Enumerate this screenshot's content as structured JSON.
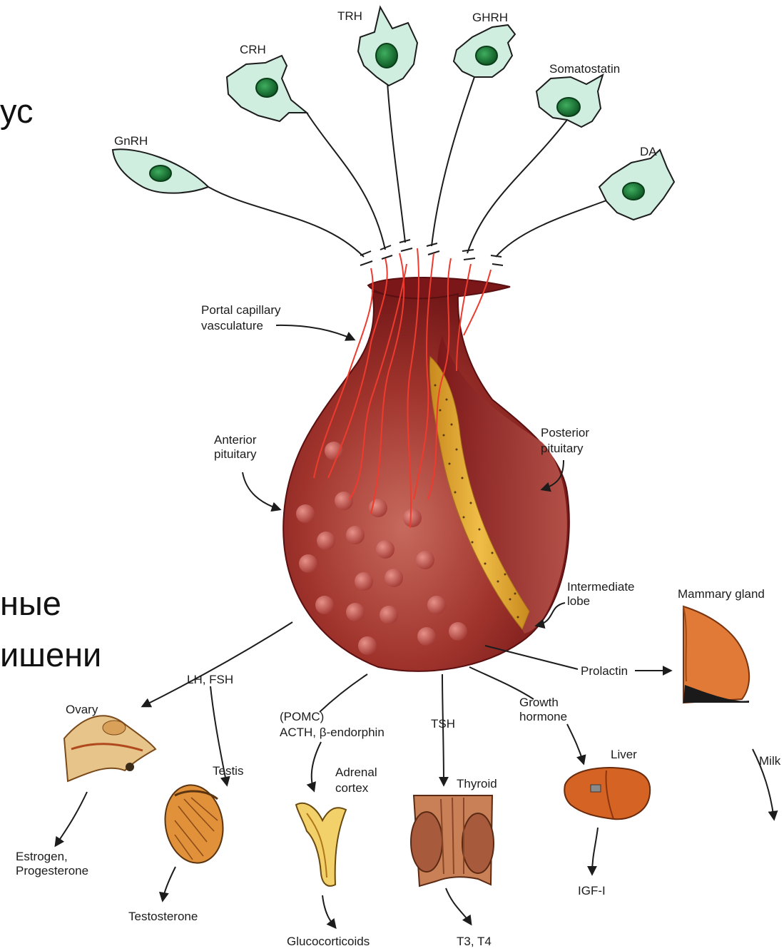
{
  "side_text": {
    "line1": "ус",
    "line2": "ные",
    "line3": "ишени"
  },
  "neurons": {
    "gnrh": "GnRH",
    "crh": "CRH",
    "trh": "TRH",
    "ghrh": "GHRH",
    "somatostatin": "Somatostatin",
    "da": "DA"
  },
  "gland_labels": {
    "portal_l1": "Portal capillary",
    "portal_l2": "vasculature",
    "anterior_l1": "Anterior",
    "anterior_l2": "pituitary",
    "posterior_l1": "Posterior",
    "posterior_l2": "pituitary",
    "intermediate_l1": "Intermediate",
    "intermediate_l2": "lobe"
  },
  "hormones": {
    "lh_fsh": "LH, FSH",
    "pomc": "(POMC)",
    "acth": "ACTH, β-endorphin",
    "tsh": "TSH",
    "growth_l1": "Growth",
    "growth_l2": "hormone",
    "prolactin": "Prolactin"
  },
  "targets": {
    "ovary": "Ovary",
    "testis": "Testis",
    "adrenal_l1": "Adrenal",
    "adrenal_l2": "cortex",
    "thyroid": "Thyroid",
    "liver": "Liver",
    "mammary": "Mammary gland"
  },
  "products": {
    "estrogen_l1": "Estrogen,",
    "estrogen_l2": "Progesterone",
    "testosterone": "Testosterone",
    "glucocorticoids": "Glucocorticoids",
    "t3t4": "T3, T4",
    "igf": "IGF-I",
    "milk": "Milk"
  },
  "colors": {
    "neuron_fill": "#cfeee0",
    "nucleus": "#1e7d3c",
    "gland": "#8e1e1e",
    "capillary": "#e8352a",
    "intermediate_lobe": "#e8a72a",
    "mammary": "#d96a2c",
    "liver": "#d05a22"
  }
}
